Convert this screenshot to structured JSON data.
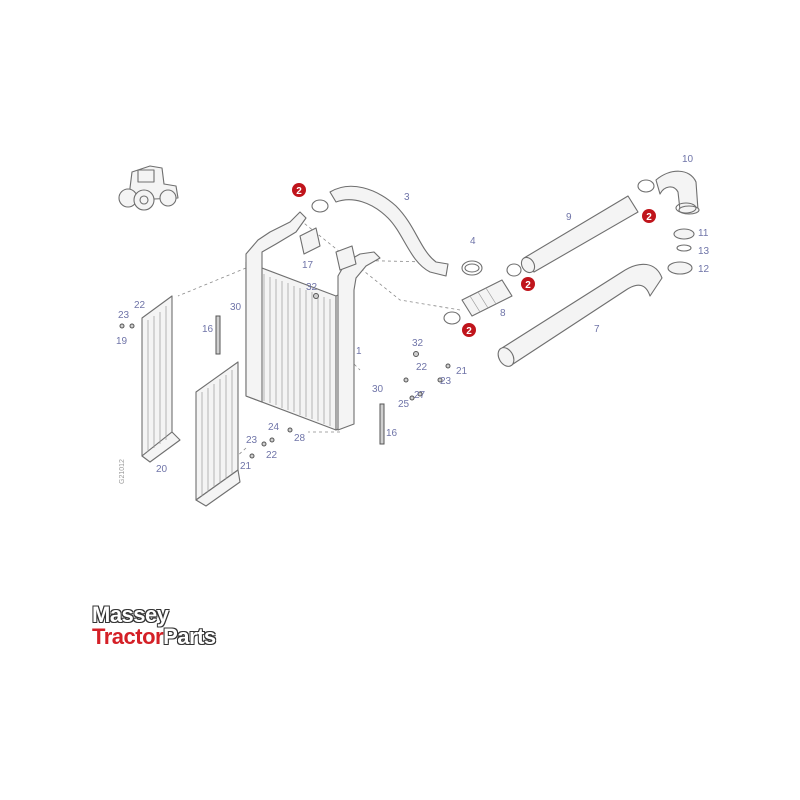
{
  "diagram": {
    "callouts": {
      "n1": "1",
      "n3": "3",
      "n4": "4",
      "n7": "7",
      "n8": "8",
      "n9": "9",
      "n10": "10",
      "n11": "11",
      "n12": "12",
      "n13": "13",
      "n16a": "16",
      "n16b": "16",
      "n17": "17",
      "n19": "19",
      "n20": "20",
      "n21a": "21",
      "n21b": "21",
      "n22a": "22",
      "n22b": "22",
      "n22c": "22",
      "n23a": "23",
      "n23b": "23",
      "n23c": "23",
      "n24": "24",
      "n25": "25",
      "n27": "27",
      "n28": "28",
      "n30a": "30",
      "n30b": "30",
      "n32a": "32",
      "n32b": "32"
    },
    "badges": {
      "b1": "2",
      "b2": "2",
      "b3": "2",
      "b4": "2"
    },
    "drawing_code": "G21012",
    "badge_color": "#c0151c",
    "callout_color": "#6f74a8"
  },
  "logo": {
    "line1": "Massey",
    "word_tractor": "Tractor",
    "word_parts": "Parts",
    "red": "#d42027"
  }
}
